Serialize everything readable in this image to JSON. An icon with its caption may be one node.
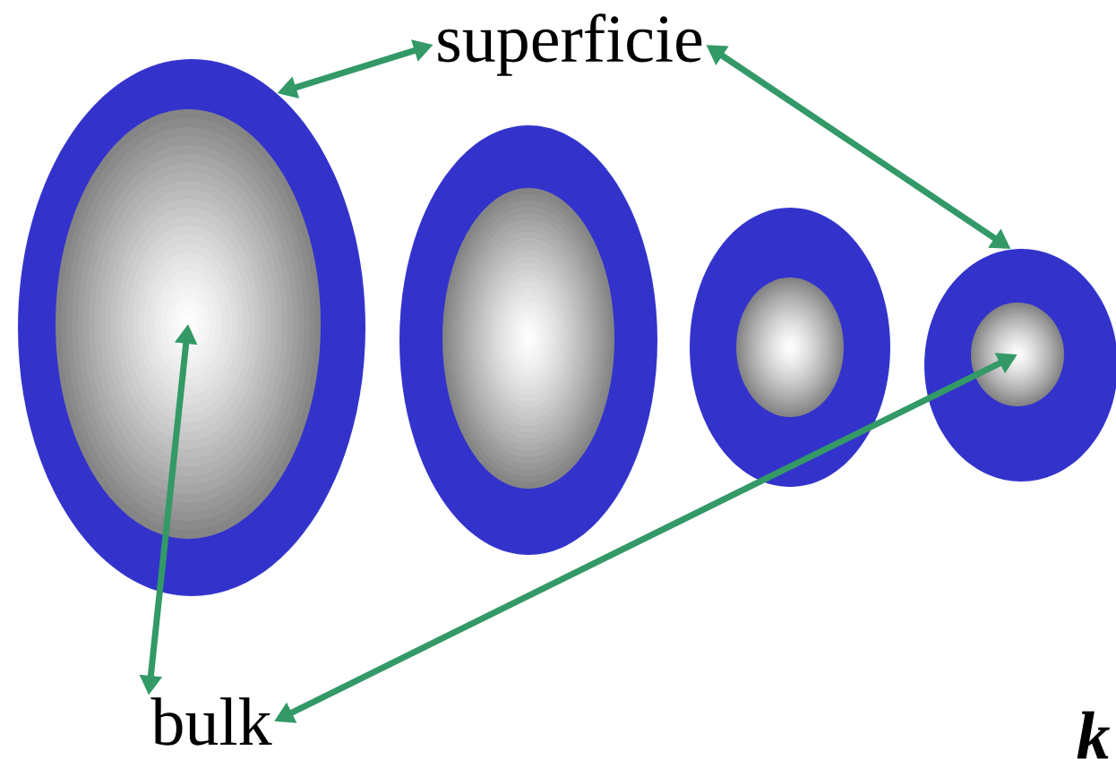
{
  "diagram": {
    "nodes": [
      {
        "text": [
          "superficie"
        ]
      },
      {
        "text": [
          "bulk"
        ]
      },
      {
        "text": [],
        "shape": "circle"
      },
      {
        "text": [],
        "shape": "circle",
        "in": 2
      },
      {
        "text": [],
        "shape": "circle"
      },
      {
        "text": [],
        "shape": "circle",
        "in": 4
      },
      {
        "text": [],
        "shape": "circle"
      },
      {
        "text": [],
        "shape": "circle",
        "in": 6
      },
      {
        "text": [],
        "shape": "circle"
      },
      {
        "text": [],
        "shape": "circle",
        "in": 8
      }
    ],
    "edges": [
      {
        "from": 0,
        "to": 2,
        "arrow": "both"
      },
      {
        "from": 0,
        "to": 8,
        "arrow": "both"
      },
      {
        "from": 1,
        "to": 3,
        "arrow": "both"
      },
      {
        "from": 1,
        "to": 9,
        "arrow": "both"
      }
    ],
    "labels": [
      "k"
    ]
  }
}
